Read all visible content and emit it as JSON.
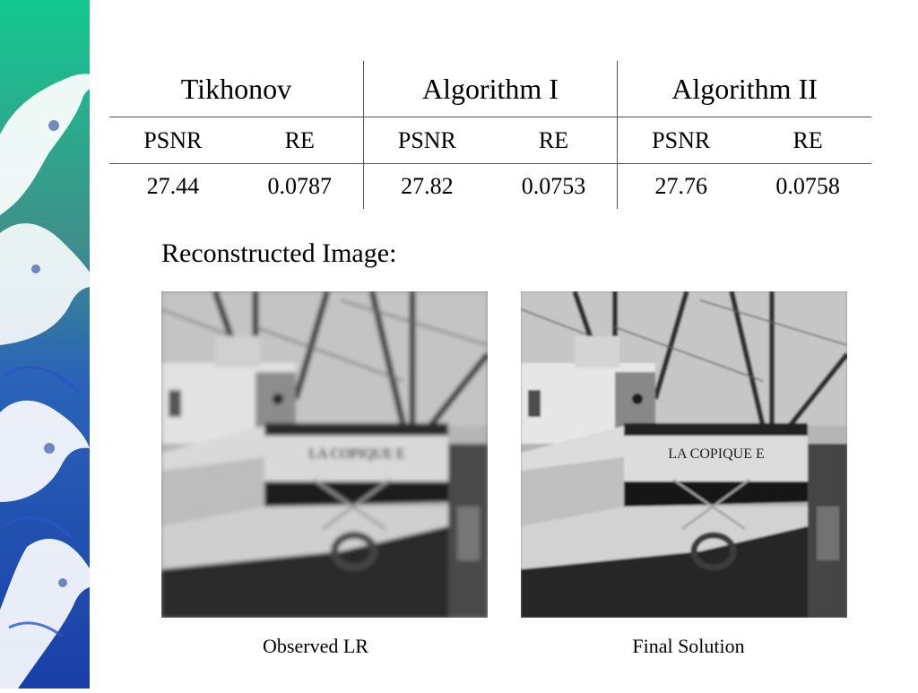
{
  "table": {
    "methods": [
      "Tikhonov",
      "Algorithm I",
      "Algorithm II"
    ],
    "metrics": [
      "PSNR",
      "RE",
      "PSNR",
      "RE",
      "PSNR",
      "RE"
    ],
    "values": [
      "27.44",
      "0.0787",
      "27.82",
      "0.0753",
      "27.76",
      "0.0758"
    ]
  },
  "section_title": "Reconstructed Image:",
  "images": [
    {
      "caption": "Observed LR",
      "hull_text": "LA COPIQUE E"
    },
    {
      "caption": "Final Solution",
      "hull_text": "LA COPIQUE E"
    }
  ],
  "colors": {
    "band_top": "#14c98f",
    "band_bottom": "#1a3fa8",
    "wave_foam": "#ffffff"
  }
}
